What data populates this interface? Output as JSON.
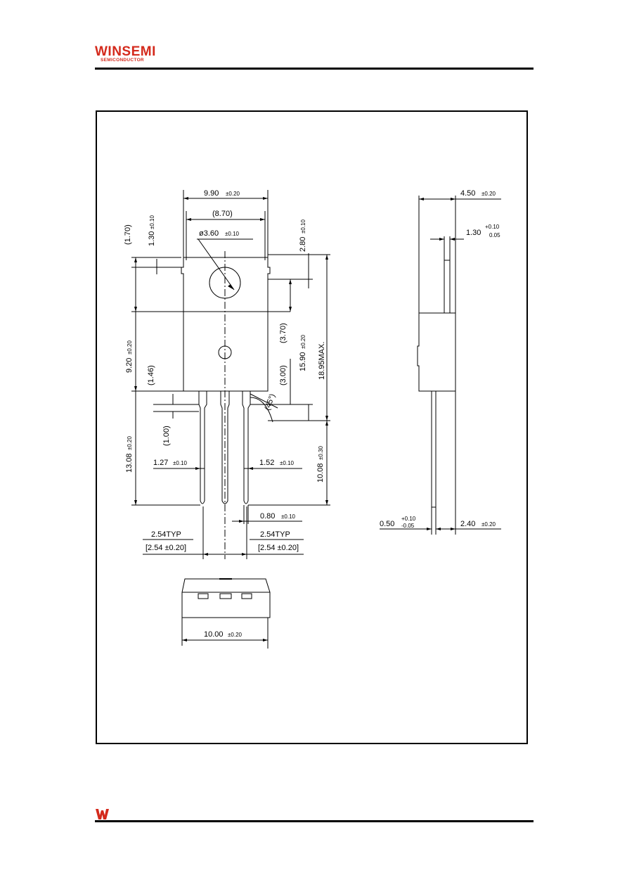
{
  "header": {
    "logo_text": "WINSEMI",
    "logo_subtext": "SEMICONDUCTOR"
  },
  "drawing": {
    "front": {
      "width_overall": "9.90",
      "width_overall_tol": "±0.20",
      "width_inner": "(8.70)",
      "hole_dia": "ø3.60",
      "hole_dia_tol": "±0.10",
      "tab_top": "(1.70)",
      "tab_notch": "1.30",
      "tab_notch_tol": "±0.10",
      "hole_offset": "2.80",
      "hole_offset_tol": "±0.10",
      "hole_to_body": "(3.70)",
      "body_height": "9.20",
      "body_height_tol": "±0.20",
      "body_to_lead": "15.90",
      "body_to_lead_tol": "±0.20",
      "max_height": "18.95MAX.",
      "lead_step_upper": "(1.46)",
      "lead_step_lower": "(1.00)",
      "lead_chamfer": "(3.00)",
      "chamfer_angle": "(45°)",
      "lead_length": "13.08",
      "lead_length_tol": "±0.20",
      "lead_length2": "10.08",
      "lead_length2_tol": "±0.30",
      "lead_width_left": "1.27",
      "lead_width_left_tol": "±0.10",
      "lead_width_right": "1.52",
      "lead_width_right_tol": "±0.10",
      "lead_thickness": "0.80",
      "lead_thickness_tol": "±0.10",
      "pitch_left": "2.54TYP",
      "pitch_left_bracket": "[2.54 ±0.20]",
      "pitch_right": "2.54TYP",
      "pitch_right_bracket": "[2.54 ±0.20]"
    },
    "side": {
      "thickness": "4.50",
      "thickness_tol": "±0.20",
      "tab_thickness": "1.30",
      "tab_thickness_tol_plus": "+0.10",
      "tab_thickness_tol_minus": "0.05",
      "lead_thk": "0.50",
      "lead_thk_tol_plus": "+0.10",
      "lead_thk_tol_minus": "-0.05",
      "lead_offset": "2.40",
      "lead_offset_tol": "±0.20"
    },
    "bottom": {
      "width": "10.00",
      "width_tol": "±0.20"
    }
  },
  "colors": {
    "brand": "#d42a1c",
    "line": "#000000"
  }
}
